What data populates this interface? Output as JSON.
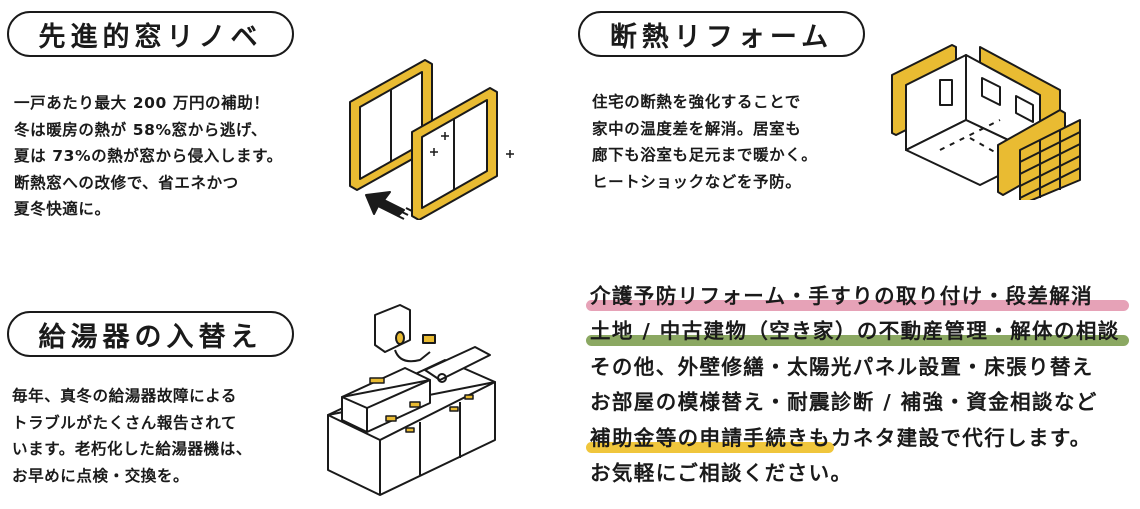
{
  "sections": {
    "windows": {
      "title": "先進的窓リノベ",
      "lines": [
        "一戸あたり最大 200 万円の補助！",
        "冬は暖房の熱が 58%窓から逃げ、",
        "夏は 73%の熱が窓から侵入します。",
        "断熱窓への改修で、省エネかつ",
        "夏冬快適に。"
      ]
    },
    "insulation": {
      "title": "断熱リフォーム",
      "lines": [
        "住宅の断熱を強化することで",
        "家中の温度差を解消。居室も",
        "廊下も浴室も足元まで暖かく。",
        "ヒートショックなどを予防。"
      ]
    },
    "water_heater": {
      "title": "給湯器の入替え",
      "lines": [
        "毎年、真冬の給湯器故障による",
        "トラブルがたくさん報告されて",
        "います。老朽化した給湯器機は、",
        "お早めに点検・交換を。"
      ]
    }
  },
  "services": {
    "lines": [
      {
        "text": "介護予防リフォーム・手すりの取り付け・段差解消",
        "highlight": "#e6a2b7"
      },
      {
        "text": "土地 / 中古建物（空き家）の不動産管理・解体の相談",
        "highlight": "#8ba862"
      },
      {
        "text": "その他、外壁修繕・太陽光パネル設置・床張り替え"
      },
      {
        "text": "お部屋の模様替え・耐震診断 / 補強・資金相談など"
      },
      {
        "text_highlighted": "補助金等の申請手続き",
        "text_rest": "もカネタ建設で代行します。",
        "highlight": "#f0c63c"
      },
      {
        "text": "お気軽にご相談ください。"
      }
    ]
  },
  "colors": {
    "accent": "#e9bb32",
    "ink": "#1a1a1a"
  },
  "icons": [
    "window-frames-illustration",
    "arrow-icon",
    "sparkle-icon",
    "room-insulation-illustration",
    "kitchen-water-heater-illustration"
  ]
}
